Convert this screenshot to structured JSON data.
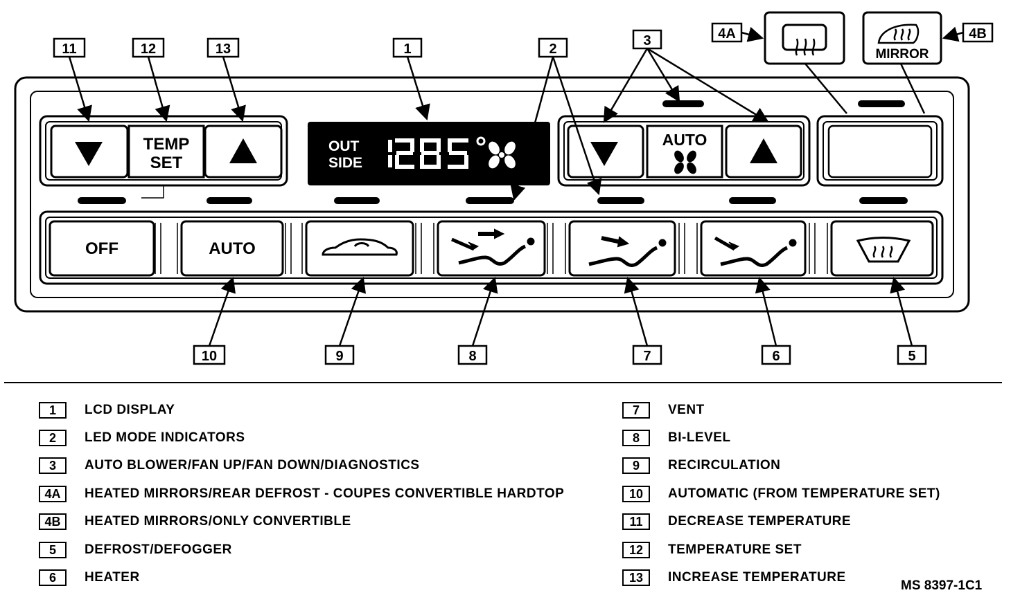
{
  "panel": {
    "temp_set_line1": "TEMP",
    "temp_set_line2": "SET",
    "lcd_outside_line1": "OUT",
    "lcd_outside_line2": "SIDE",
    "auto_fan_label": "AUTO",
    "mirror_label": "MIRROR",
    "off_label": "OFF",
    "auto_label": "AUTO"
  },
  "callouts": {
    "c1": "1",
    "c2": "2",
    "c3": "3",
    "c4a": "4A",
    "c4b": "4B",
    "c5": "5",
    "c6": "6",
    "c7": "7",
    "c8": "8",
    "c9": "9",
    "c10": "10",
    "c11": "11",
    "c12": "12",
    "c13": "13"
  },
  "legend": [
    {
      "key": "1",
      "text": "LCD DISPLAY"
    },
    {
      "key": "2",
      "text": "LED MODE INDICATORS"
    },
    {
      "key": "3",
      "text": "AUTO BLOWER/FAN UP/FAN DOWN/DIAGNOSTICS"
    },
    {
      "key": "4A",
      "text": "HEATED MIRRORS/REAR DEFROST - COUPES CONVERTIBLE HARDTOP"
    },
    {
      "key": "4B",
      "text": "HEATED MIRRORS/ONLY CONVERTIBLE"
    },
    {
      "key": "5",
      "text": "DEFROST/DEFOGGER"
    },
    {
      "key": "6",
      "text": "HEATER"
    },
    {
      "key": "7",
      "text": "VENT"
    },
    {
      "key": "8",
      "text": "BI-LEVEL"
    },
    {
      "key": "9",
      "text": "RECIRCULATION"
    },
    {
      "key": "10",
      "text": "AUTOMATIC (FROM TEMPERATURE SET)"
    },
    {
      "key": "11",
      "text": "DECREASE TEMPERATURE"
    },
    {
      "key": "12",
      "text": "TEMPERATURE SET"
    },
    {
      "key": "13",
      "text": "INCREASE TEMPERATURE"
    }
  ],
  "figure_id": "MS 8397-1C1"
}
